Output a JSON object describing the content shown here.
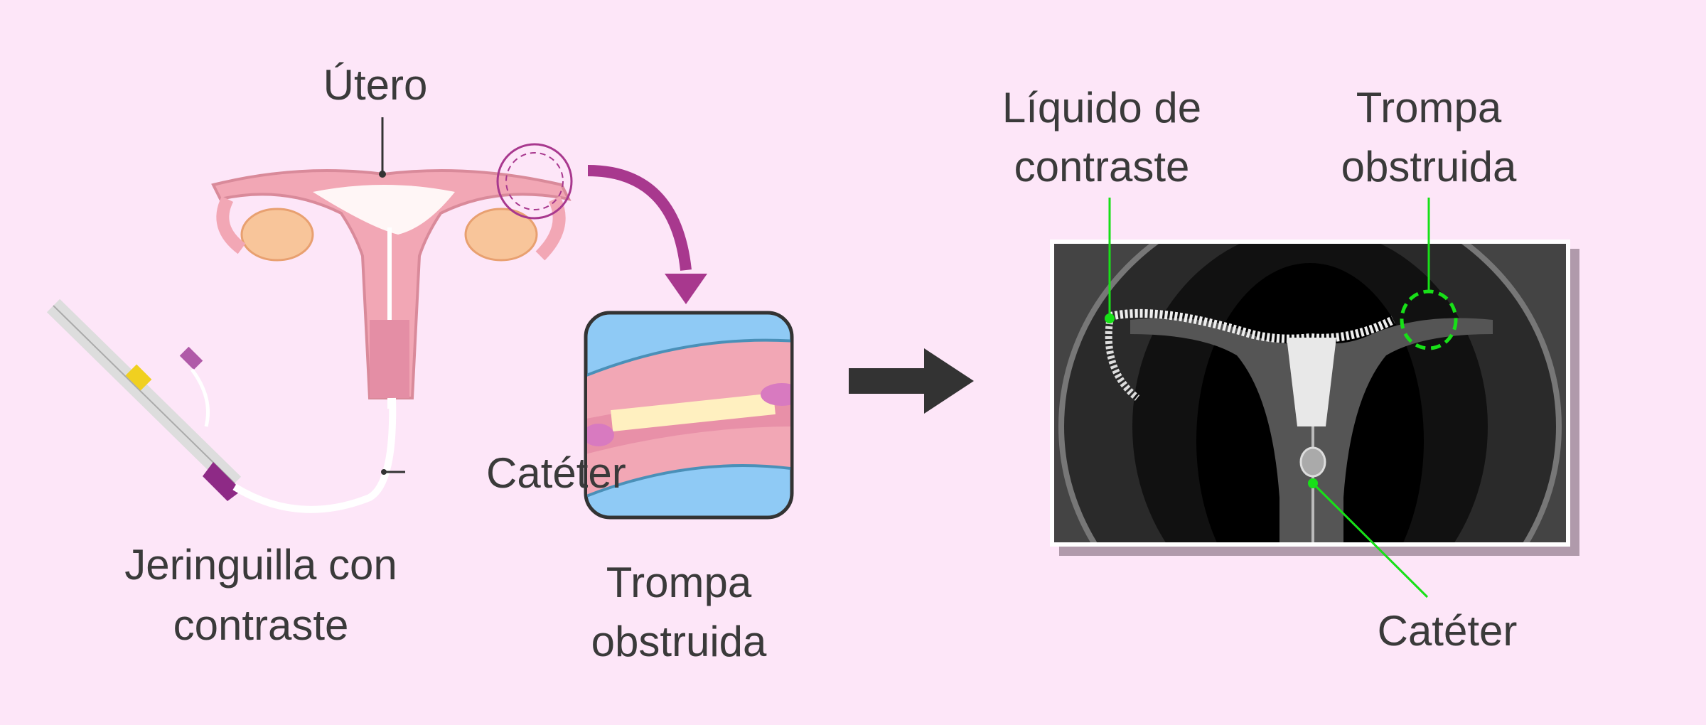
{
  "left": {
    "uterus_label": "Útero",
    "catheter_label": "Catéter",
    "syringe_label": [
      "Jeringuilla con",
      "contraste"
    ],
    "tube_label": [
      "Trompa",
      "obstruida"
    ]
  },
  "right": {
    "contrast_label": [
      "Líquido de",
      "contraste"
    ],
    "tube_label": [
      "Trompa",
      "obstruida"
    ],
    "catheter_label": "Catéter"
  },
  "colors": {
    "background": "#fde6f8",
    "pointer_green": "#18e018",
    "arrow_purple": "#a8388e",
    "uterus_pink": "#f2a7b5"
  }
}
